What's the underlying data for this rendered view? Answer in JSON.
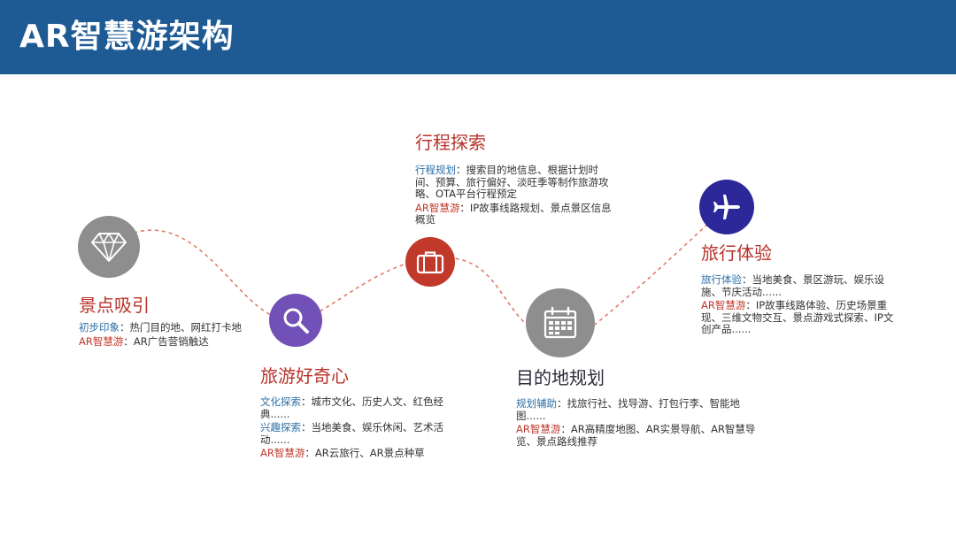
{
  "title": "AR智慧游架构",
  "colors": {
    "header_bg": "#1e5a94",
    "accent_red": "#c0392b",
    "label_blue": "#2e6ea6",
    "path_dash": "#e07a6a"
  },
  "stages": [
    {
      "title": "景点吸引",
      "icon": "diamond-icon",
      "lines": [
        {
          "label": "初步印象",
          "label_color": "blue",
          "text": "热门目的地、网红打卡地"
        },
        {
          "label": "AR智慧游",
          "label_color": "red",
          "text": "AR广告营销触达"
        }
      ]
    },
    {
      "title": "旅游好奇心",
      "icon": "magnifier-icon",
      "lines": [
        {
          "label": "文化探索",
          "label_color": "blue",
          "text": "城市文化、历史人文、红色经典......"
        },
        {
          "label": "兴趣探索",
          "label_color": "blue",
          "text": "当地美食、娱乐休闲、艺术活动......"
        },
        {
          "label": "AR智慧游",
          "label_color": "red",
          "text": "AR云旅行、AR景点种草"
        }
      ]
    },
    {
      "title": "行程探索",
      "icon": "briefcase-icon",
      "lines": [
        {
          "label": "行程规划",
          "label_color": "blue",
          "text": "搜索目的地信息、根据计划时间、预算、旅行偏好、淡旺季等制作旅游攻略、OTA平台行程预定"
        },
        {
          "label": "AR智慧游",
          "label_color": "red",
          "text": "IP故事线路规划、景点景区信息概览"
        }
      ]
    },
    {
      "title": "目的地规划",
      "icon": "calendar-icon",
      "lines": [
        {
          "label": "规划辅助",
          "label_color": "blue",
          "text": "找旅行社、找导游、打包行李、智能地图......"
        },
        {
          "label": "AR智慧游",
          "label_color": "red",
          "text": "AR高精度地图、AR实景导航、AR智慧导览、景点路线推荐"
        }
      ]
    },
    {
      "title": "旅行体验",
      "icon": "airplane-icon",
      "lines": [
        {
          "label": "旅行体验",
          "label_color": "blue",
          "text": "当地美食、景区游玩、娱乐设施、节庆活动......"
        },
        {
          "label": "AR智慧游",
          "label_color": "red",
          "text": "IP故事线路体验、历史场景重现、三维文物交互、景点游戏式探索、IP文创产品......"
        }
      ]
    }
  ]
}
